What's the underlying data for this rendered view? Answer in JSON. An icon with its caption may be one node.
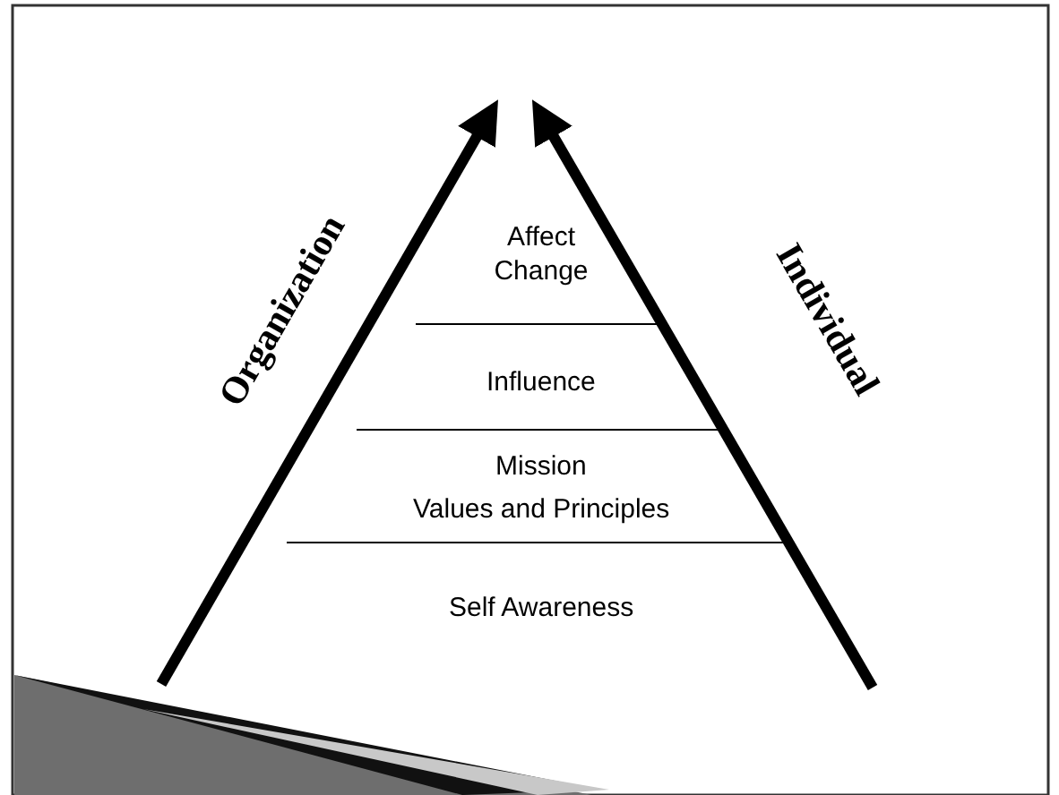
{
  "diagram": {
    "labels": [
      "Affect Change",
      "Organization",
      "Individual",
      "Influence",
      "Mission",
      "Values and Principles",
      "Self Awareness"
    ]
  }
}
